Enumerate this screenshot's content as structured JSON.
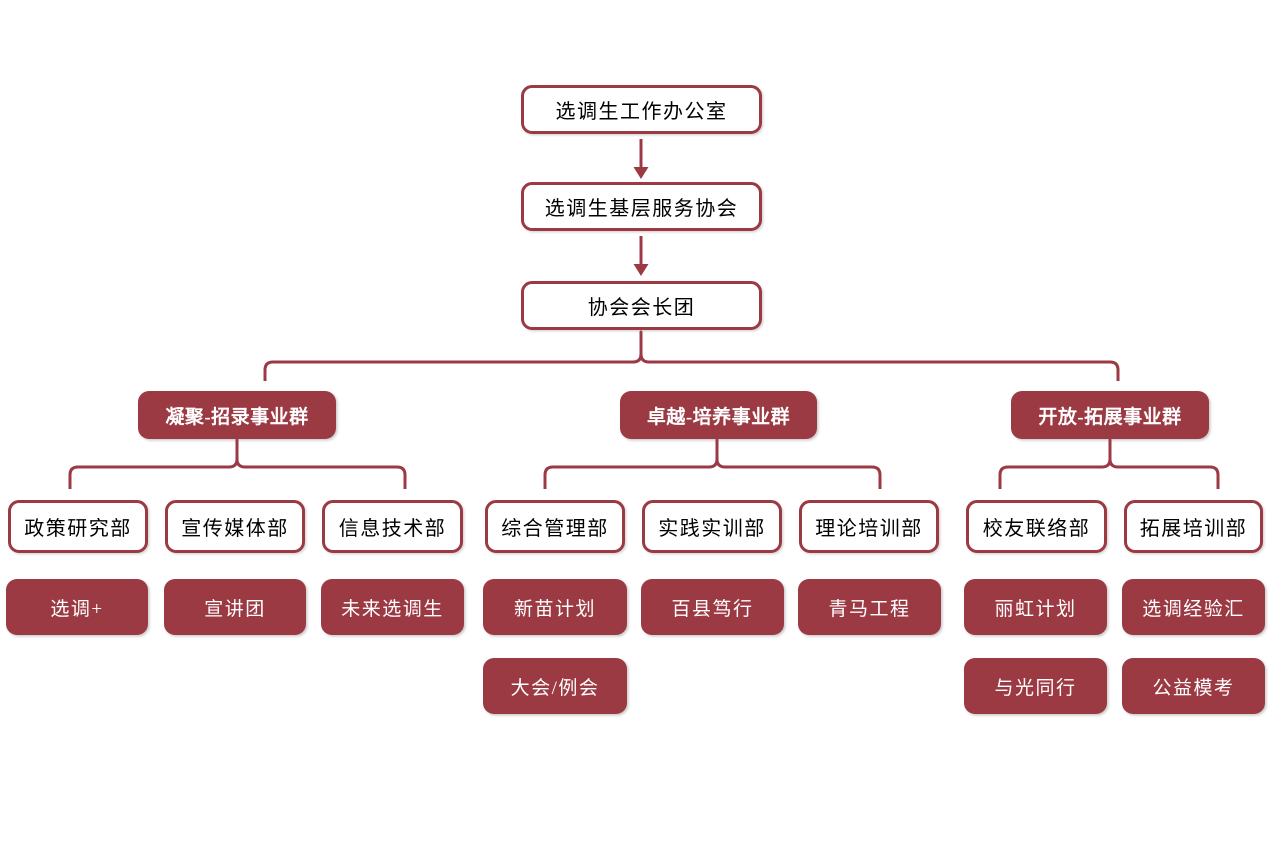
{
  "palette": {
    "maroon": "#9c3a44",
    "box_text_dark": "#000000",
    "box_text_light": "#ffffff",
    "background": "#ffffff"
  },
  "orgchart": {
    "root": {
      "label": "选调生工作办公室"
    },
    "level2": {
      "label": "选调生基层服务协会"
    },
    "level3": {
      "label": "协会会长团"
    },
    "groups": [
      {
        "label": "凝聚-招录事业群",
        "departments": [
          {
            "label": "政策研究部",
            "programs": [
              "选调+"
            ]
          },
          {
            "label": "宣传媒体部",
            "programs": [
              "宣讲团"
            ]
          },
          {
            "label": "信息技术部",
            "programs": [
              "未来选调生"
            ]
          }
        ]
      },
      {
        "label": "卓越-培养事业群",
        "departments": [
          {
            "label": "综合管理部",
            "programs": [
              "新苗计划",
              "大会/例会"
            ]
          },
          {
            "label": "实践实训部",
            "programs": [
              "百县笃行"
            ]
          },
          {
            "label": "理论培训部",
            "programs": [
              "青马工程"
            ]
          }
        ]
      },
      {
        "label": "开放-拓展事业群",
        "departments": [
          {
            "label": "校友联络部",
            "programs": [
              "丽虹计划",
              "与光同行"
            ]
          },
          {
            "label": "拓展培训部",
            "programs": [
              "选调经验汇",
              "公益模考"
            ]
          }
        ]
      }
    ]
  }
}
